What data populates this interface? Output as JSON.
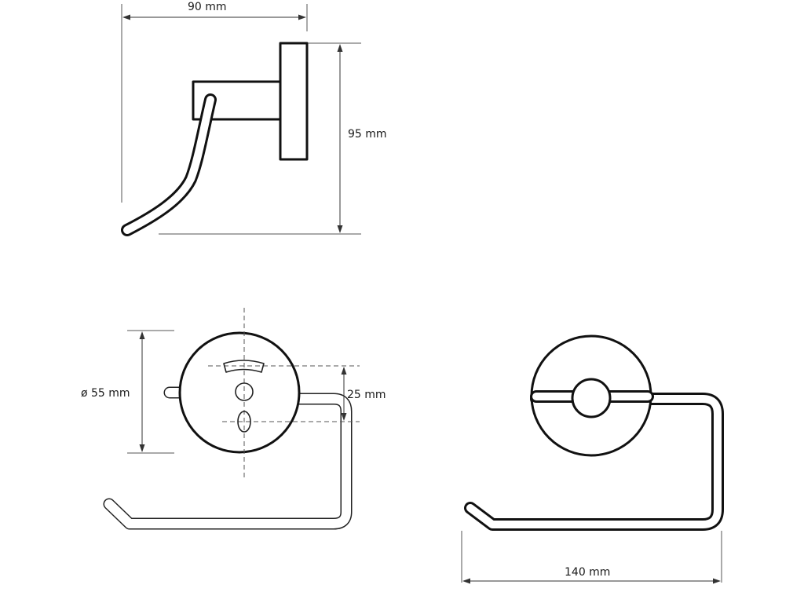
{
  "dimensions": {
    "side_width": "90 mm",
    "side_height": "95 mm",
    "diameter": "ø 55 mm",
    "hole_spacing": "25 mm",
    "front_width": "140 mm"
  }
}
